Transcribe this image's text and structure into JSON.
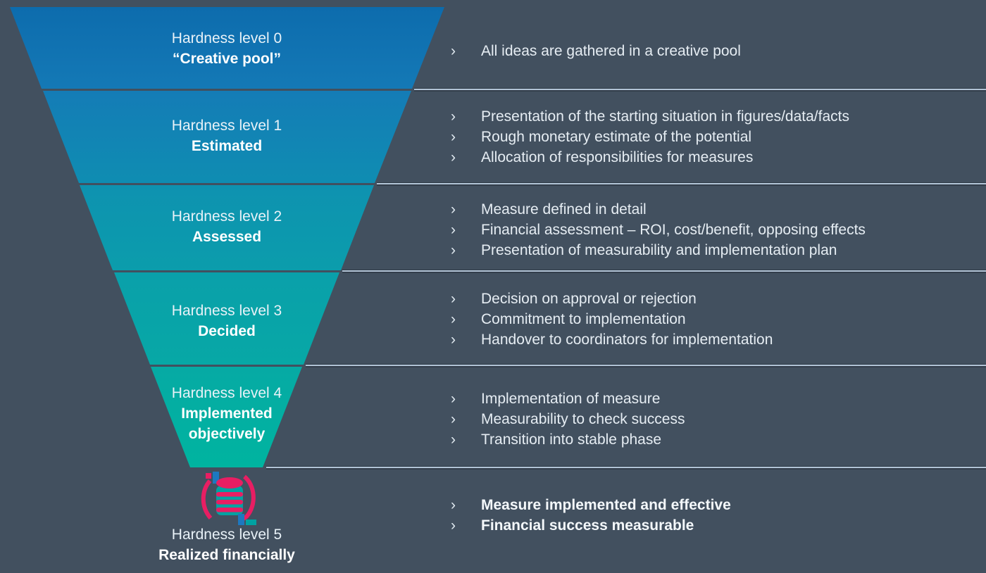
{
  "theme": {
    "background": "#42505f",
    "divider_color": "#b2c4d6",
    "body_text_color": "#e6edf3",
    "funnel_label_color": "#ffffff",
    "funnel_gradient_top": "#0d6cad",
    "funnel_gradient_bottom": "#00b4a0",
    "segment_gradients": [
      [
        "#0d6cad",
        "#1479b6"
      ],
      [
        "#147cb6",
        "#0f8db2"
      ],
      [
        "#0e92b0",
        "#0b9dac"
      ],
      [
        "#0aa0aa",
        "#07a8a6"
      ],
      [
        "#06aaa4",
        "#00b4a0"
      ]
    ],
    "icon_colors": {
      "pink": "#e81e63",
      "teal": "#00a2a2",
      "blue": "#1d78c0"
    }
  },
  "ui": {
    "bullet_char": "›"
  },
  "levels": [
    {
      "title": "Hardness level 0",
      "subtitle": "“Creative pool”",
      "points": [
        "All ideas are gathered in a creative pool"
      ]
    },
    {
      "title": "Hardness level 1",
      "subtitle": "Estimated",
      "points": [
        "Presentation of the starting situation in figures/data/facts",
        "Rough monetary estimate of the potential",
        "Allocation of responsibilities for measures"
      ]
    },
    {
      "title": "Hardness level 2",
      "subtitle": "Assessed",
      "points": [
        "Measure defined in detail",
        "Financial assessment – ROI, cost/benefit, opposing effects",
        "Presentation of measurability and implementation plan"
      ]
    },
    {
      "title": "Hardness level 3",
      "subtitle": "Decided",
      "points": [
        "Decision on approval or rejection",
        "Commitment to implementation",
        "Handover to coordinators for implementation"
      ]
    },
    {
      "title": "Hardness level 4",
      "subtitle": "Implemented objectively",
      "points": [
        "Implementation of measure",
        "Measurability to check success",
        "Transition into stable phase"
      ]
    },
    {
      "title": "Hardness level 5",
      "subtitle": "Realized financially",
      "points": [
        "Measure implemented and effective",
        "Financial success measurable"
      ]
    }
  ]
}
